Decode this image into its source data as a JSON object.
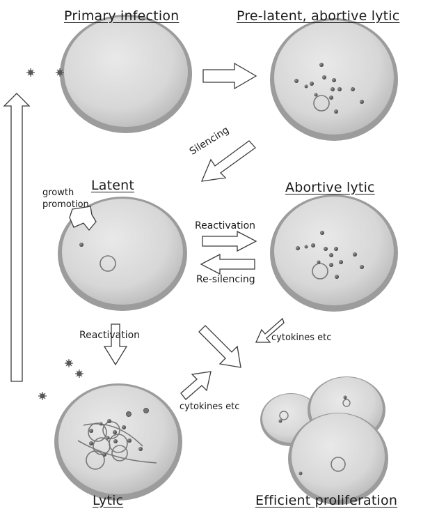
{
  "titles": {
    "primary": "Primary infection",
    "prelatent": "Pre-latent, abortive lytic",
    "latent": "Latent",
    "abortive": "Abortive lytic",
    "lytic": "Lytic",
    "proliferation": "Efficient proliferation"
  },
  "labels": {
    "silencing": "Silencing",
    "growth_promotion_1": "growth",
    "growth_promotion_2": "promotion",
    "reactivation_right": "Reactivation",
    "resilencing": "Re-silencing",
    "reactivation_down": "Reactivation",
    "cytokines_right": "cytokines etc",
    "cytokines_left": "cytokines etc"
  }
}
